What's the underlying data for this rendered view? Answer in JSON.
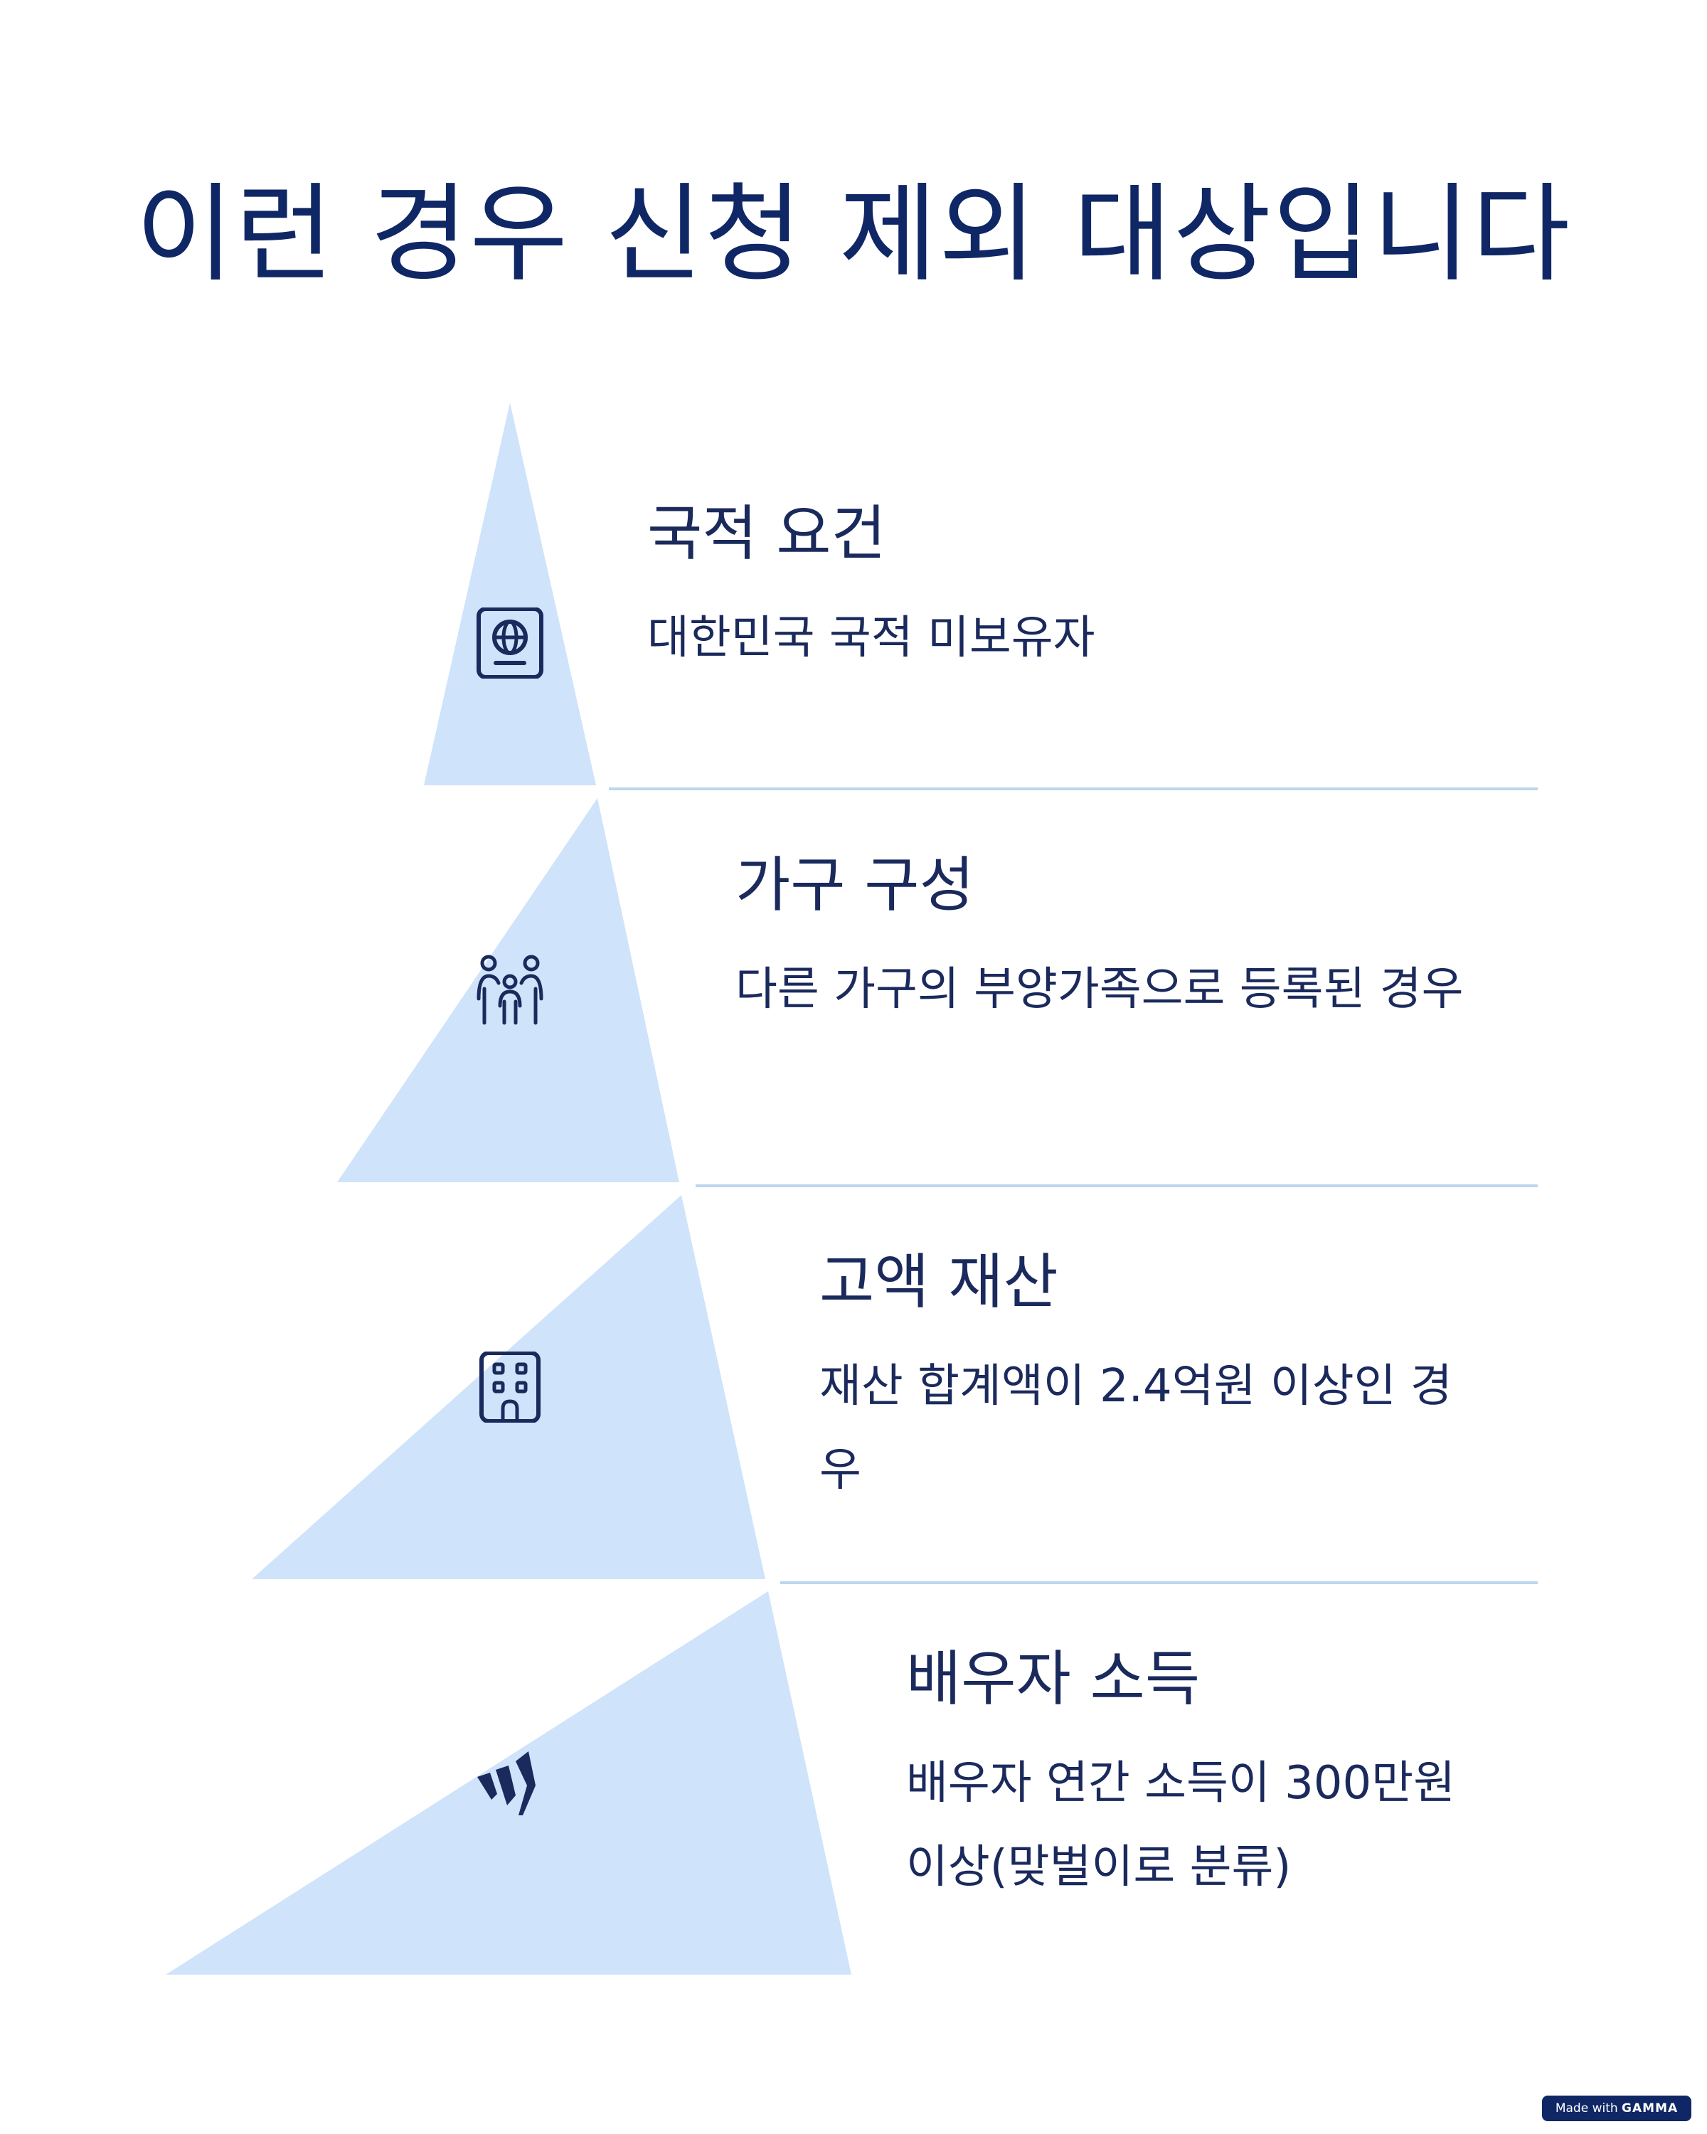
{
  "page": {
    "title": "이런 경우 신청 제외 대상입니다"
  },
  "colors": {
    "tier_fill": "#cfe3fa",
    "text": "#1b2a5c",
    "divider": "#bcd6ef",
    "title": "#102766"
  },
  "tiers": [
    {
      "heading": "국적 요건",
      "description": "대한민국 국적 미보유자",
      "icon": "passport-icon"
    },
    {
      "heading": "가구 구성",
      "description": "다른 가구의 부양가족으로 등록된 경우",
      "icon": "family-icon"
    },
    {
      "heading": "고액 재산",
      "description": "재산 합계액이 2.4억원 이상인 경우",
      "icon": "building-icon"
    },
    {
      "heading": "배우자 소득",
      "description": "배우자 연간 소득이 300만원 이상(맞벌이로 분류)",
      "icon": "gamma-logo-icon"
    }
  ],
  "footer": {
    "badge_prefix": "Made with",
    "badge_brand": "GAMMA"
  }
}
